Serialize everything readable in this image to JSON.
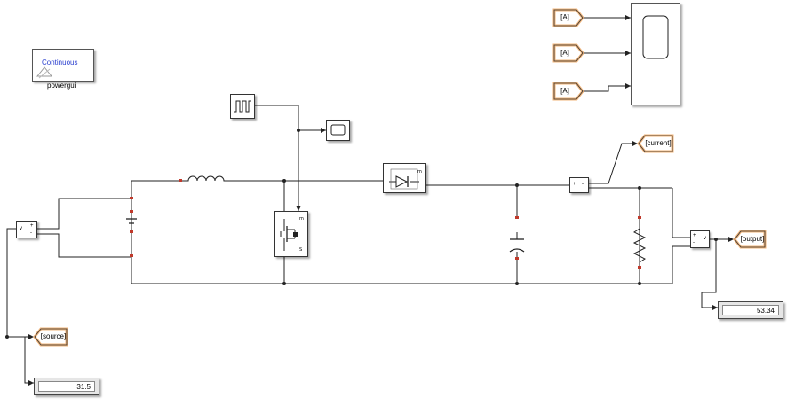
{
  "powergui": {
    "mode_text": "Continuous",
    "label": "powergui"
  },
  "goto_tags": {
    "current": "[current]",
    "output": "[output]",
    "source": "[source]"
  },
  "from_tags": [
    "[A]",
    "[A]",
    "[A]"
  ],
  "displays": {
    "source_value": "31.5",
    "output_value": "53.34"
  },
  "measure_blocks": {
    "sign_v": "v",
    "plus": "+",
    "minus": "-"
  },
  "colors": {
    "wire": "#222222",
    "tag_glow": "#f0b47a",
    "accent_text": "#2a3fcf",
    "port": "#c0392b"
  }
}
